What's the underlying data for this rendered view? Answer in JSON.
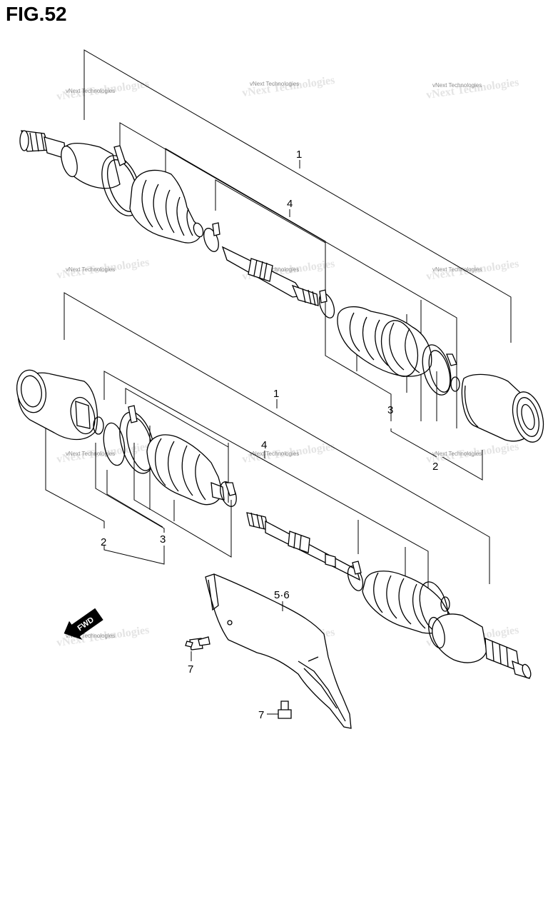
{
  "figure": {
    "title": "FIG.52"
  },
  "watermark": {
    "text": "vNext Technologies"
  },
  "direction_marker": {
    "text": "FWD",
    "icon": "arrow-down-left-icon"
  },
  "callouts": {
    "upper": {
      "shaft_assembly": "1",
      "shaft": "4",
      "boot_set": "3",
      "joint_set": "2"
    },
    "lower": {
      "shaft_assembly": "1",
      "shaft": "4",
      "boot_set": "3",
      "joint_set": "2"
    },
    "cover": "5·6",
    "bolt_a": "7",
    "bolt_b": "7"
  }
}
